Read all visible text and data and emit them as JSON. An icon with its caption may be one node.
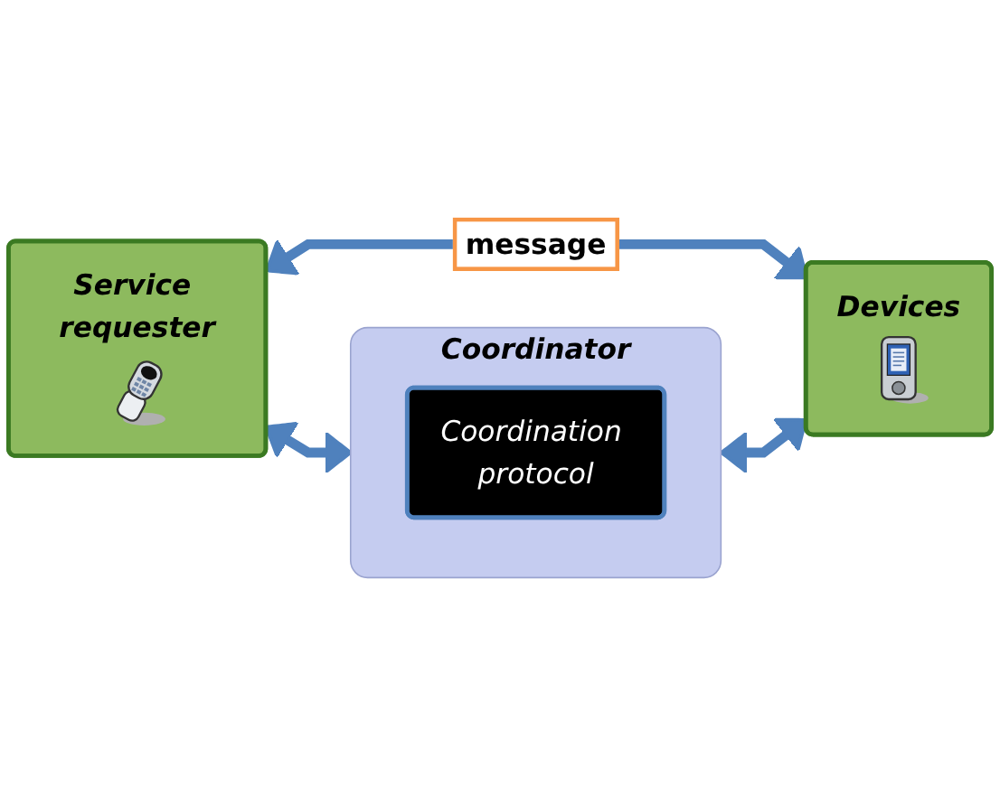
{
  "diagram": {
    "nodes": [
      {
        "text": [
          "Coordinator"
        ]
      },
      {
        "text": [
          "Coordination protocol"
        ],
        "in": 0
      },
      {
        "text": [
          "Service requester"
        ]
      },
      {
        "text": [
          "Devices"
        ]
      }
    ],
    "edges": [
      {
        "from": 2,
        "to": 0,
        "arrow": "both"
      },
      {
        "from": 0,
        "to": 3,
        "arrow": "both"
      },
      {
        "from": 2,
        "to": 3,
        "arrow": "both",
        "label": "message"
      }
    ]
  }
}
